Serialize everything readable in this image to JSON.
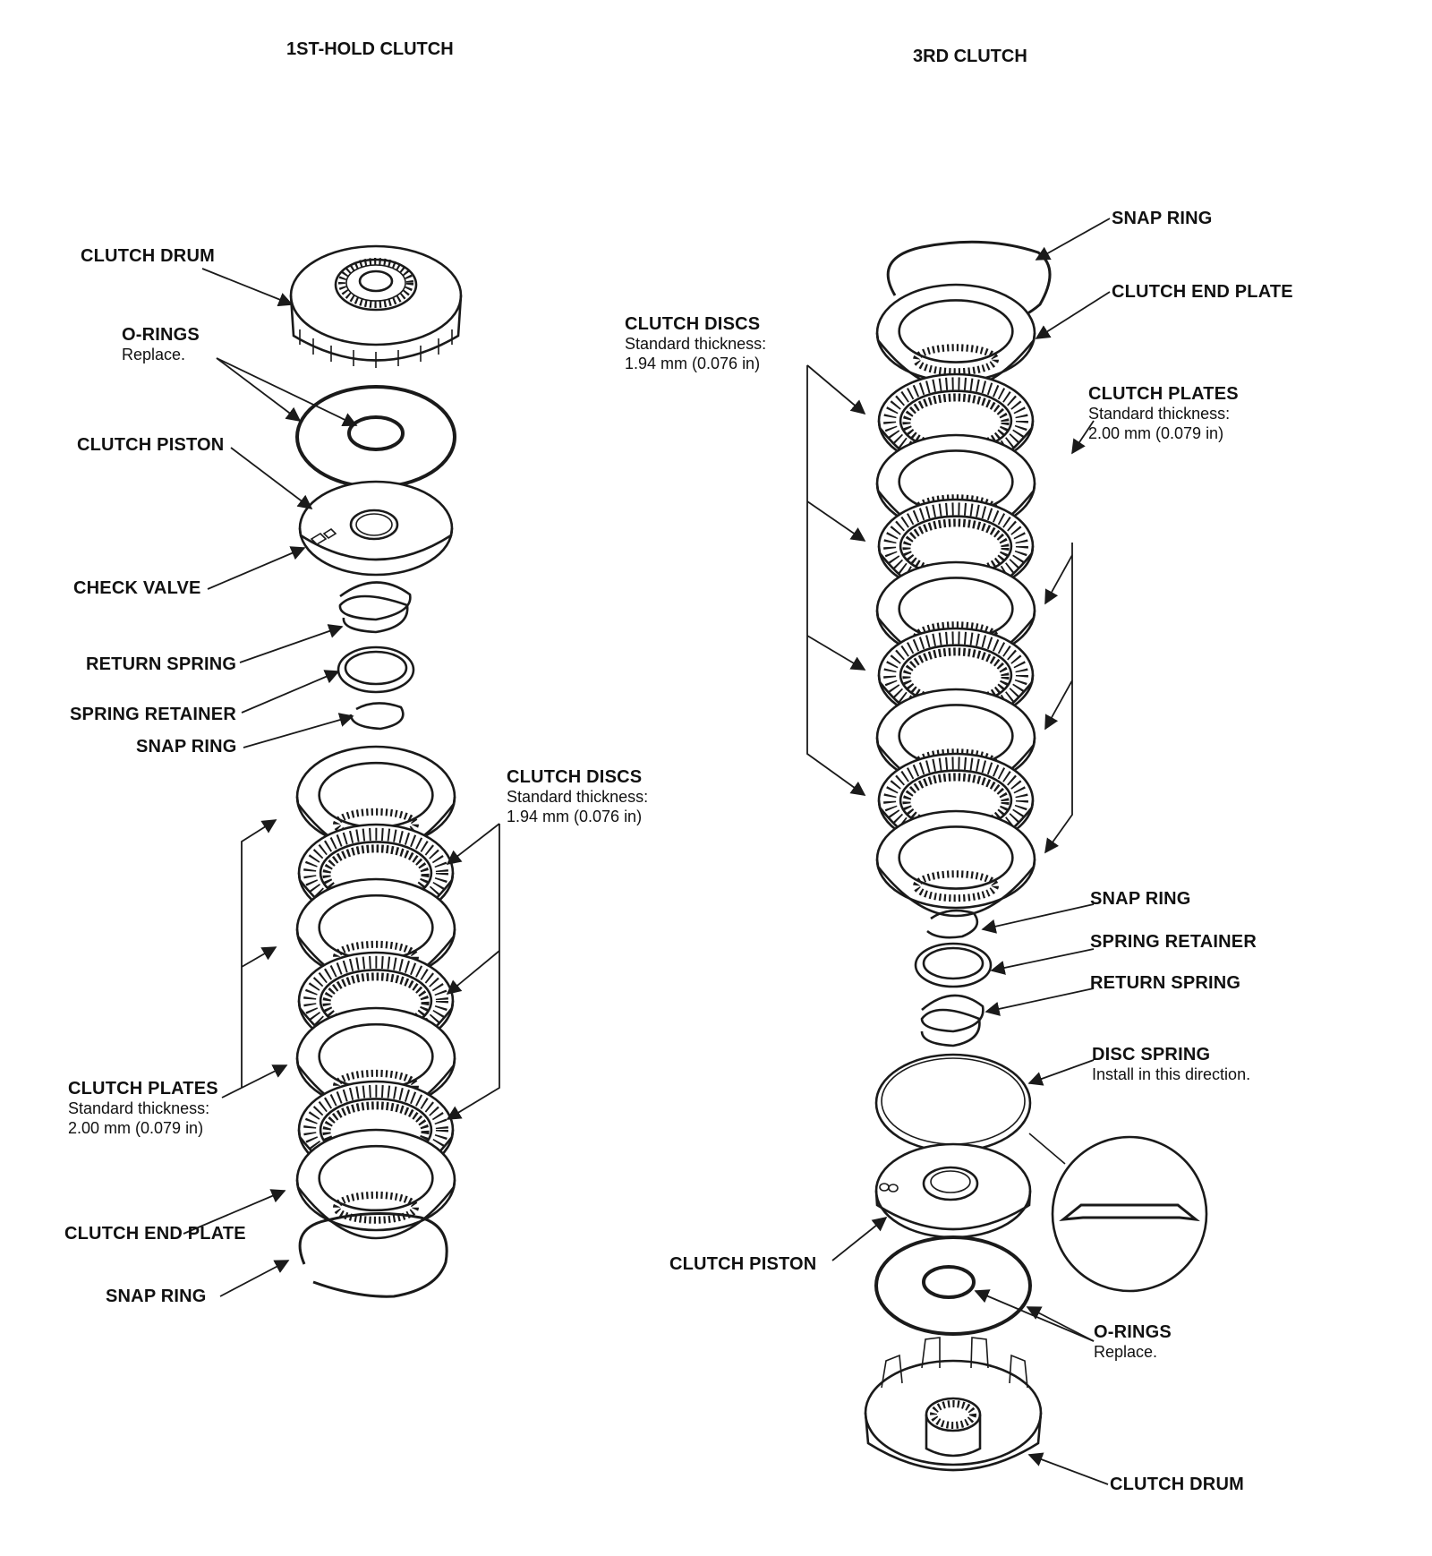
{
  "sections": {
    "left_title": "1ST-HOLD CLUTCH",
    "right_title": "3RD CLUTCH"
  },
  "left": {
    "clutch_drum": "CLUTCH DRUM",
    "o_rings": "O-RINGS",
    "o_rings_note": "Replace.",
    "clutch_piston": "CLUTCH PISTON",
    "check_valve": "CHECK VALVE",
    "return_spring": "RETURN SPRING",
    "spring_retainer": "SPRING RETAINER",
    "snap_ring_upper": "SNAP RING",
    "clutch_discs": "CLUTCH DISCS",
    "clutch_discs_note1": "Standard thickness:",
    "clutch_discs_note2": "1.94 mm (0.076 in)",
    "clutch_plates": "CLUTCH PLATES",
    "clutch_plates_note1": "Standard thickness:",
    "clutch_plates_note2": "2.00 mm (0.079 in)",
    "clutch_end_plate": "CLUTCH END PLATE",
    "snap_ring_lower": "SNAP RING"
  },
  "right": {
    "snap_ring_top": "SNAP RING",
    "clutch_end_plate": "CLUTCH END PLATE",
    "clutch_discs": "CLUTCH DISCS",
    "clutch_discs_note1": "Standard thickness:",
    "clutch_discs_note2": "1.94 mm (0.076 in)",
    "clutch_plates": "CLUTCH PLATES",
    "clutch_plates_note1": "Standard thickness:",
    "clutch_plates_note2": "2.00 mm (0.079 in)",
    "snap_ring_mid": "SNAP RING",
    "spring_retainer": "SPRING RETAINER",
    "return_spring": "RETURN SPRING",
    "disc_spring": "DISC SPRING",
    "disc_spring_note": "Install in this direction.",
    "clutch_piston": "CLUTCH PISTON",
    "o_rings": "O-RINGS",
    "o_rings_note": "Replace.",
    "clutch_drum": "CLUTCH DRUM"
  }
}
